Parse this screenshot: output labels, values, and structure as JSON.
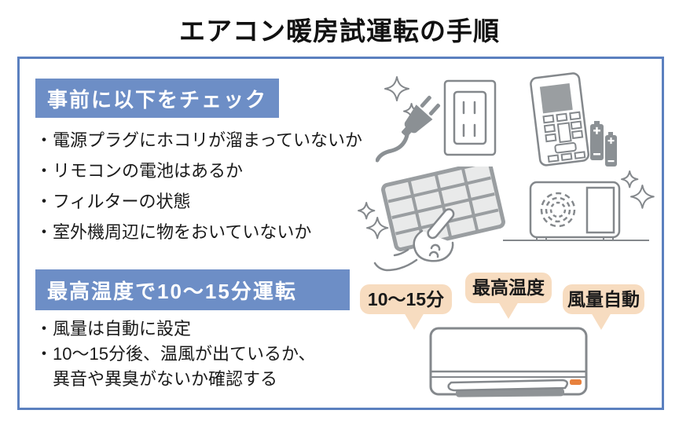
{
  "title": "エアコン暖房試運転の手順",
  "sections": [
    {
      "heading": "事前に以下をチェック",
      "items": [
        "・電源プラグにホコリが溜まっていないか",
        "・リモコンの電池はあるか",
        "・フィルターの状態",
        "・室外機周辺に物をおいていないか"
      ]
    },
    {
      "heading": "最高温度で10〜15分運転",
      "items": [
        "・風量は自動に設定",
        "・10〜15分後、温風が出ているか、",
        "異音や異臭がないか確認する"
      ]
    }
  ],
  "bubbles": [
    {
      "label": "10〜15分"
    },
    {
      "label": "最高温度"
    },
    {
      "label": "風量自動"
    }
  ],
  "illustrations": {
    "row1": [
      "sparkles-icon",
      "power-plug-icon",
      "wall-outlet-icon",
      "remote-control-icon",
      "battery-icon"
    ],
    "row2": [
      "sparkles-icon",
      "air-filter-icon",
      "pointing-hand-icon",
      "outdoor-unit-icon",
      "sparkles-icon"
    ],
    "row3": [
      "indoor-ac-unit-icon"
    ]
  },
  "colors": {
    "border_blue": "#5b80bf",
    "heading_blue": "#6d8ec6",
    "icon_gray": "#84888c",
    "icon_fill_gray": "#8b9094",
    "filter_fill": "#e9eaea",
    "bubble_peach": "#f7dcc0",
    "indicator_orange": "#e8813d"
  }
}
